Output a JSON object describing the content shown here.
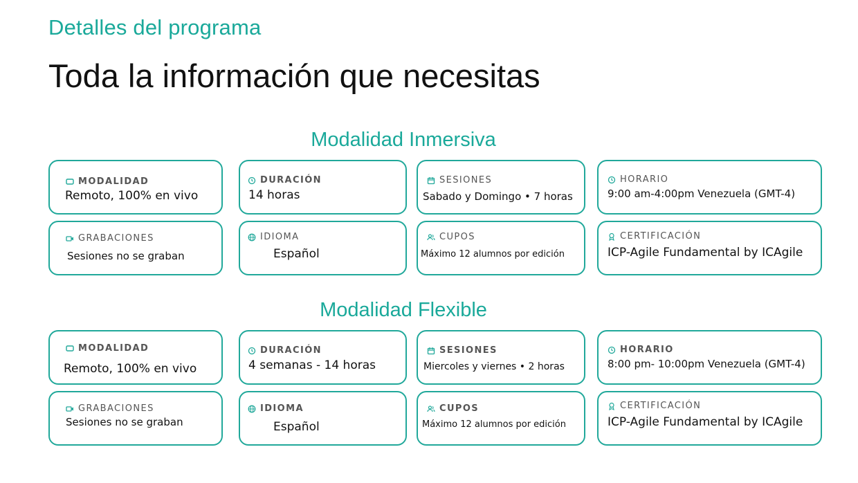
{
  "header": {
    "eyebrow": "Detalles del programa",
    "title": "Toda la información que necesitas"
  },
  "sections": [
    {
      "title": "Modalidad Inmersiva",
      "cards": [
        {
          "label": "MODALIDAD",
          "value": "Remoto, 100% en vivo",
          "icon": "screen-icon"
        },
        {
          "label": "DURACIÓN",
          "value": "14 horas",
          "icon": "clock-icon"
        },
        {
          "label": "SESIONES",
          "value": "Sabado y Domingo • 7 horas",
          "icon": "calendar-icon"
        },
        {
          "label": "HORARIO",
          "value": "9:00 am-4:00pm Venezuela (GMT-4)",
          "icon": "clock-icon"
        },
        {
          "label": "GRABACIONES",
          "value": "Sesiones no se graban",
          "icon": "video-icon"
        },
        {
          "label": "IDIOMA",
          "value": "Español",
          "icon": "globe-icon"
        },
        {
          "label": "CUPOS",
          "value": "Máximo 12 alumnos por edición",
          "icon": "users-icon"
        },
        {
          "label": "CERTIFICACIÓN",
          "value": "ICP-Agile Fundamental by ICAgile",
          "icon": "award-icon"
        }
      ]
    },
    {
      "title": "Modalidad Flexible",
      "cards": [
        {
          "label": "MODALIDAD",
          "value": "Remoto, 100% en vivo",
          "icon": "screen-icon"
        },
        {
          "label": "DURACIÓN",
          "value": "4 semanas -  14 horas",
          "icon": "clock-icon"
        },
        {
          "label": "SESIONES",
          "value": "Miercoles y viernes  • 2 horas",
          "icon": "calendar-icon"
        },
        {
          "label": "HORARIO",
          "value": "8:00 pm- 10:00pm Venezuela (GMT-4)",
          "icon": "clock-icon"
        },
        {
          "label": "GRABACIONES",
          "value": "Sesiones no se graban",
          "icon": "video-icon"
        },
        {
          "label": "IDIOMA",
          "value": "Español",
          "icon": "globe-icon"
        },
        {
          "label": "CUPOS",
          "value": "Máximo 12 alumnos por edición",
          "icon": "users-icon"
        },
        {
          "label": "CERTIFICACIÓN",
          "value": "ICP-Agile Fundamental by ICAgile",
          "icon": "award-icon"
        }
      ]
    }
  ],
  "colors": {
    "accent": "#1aa99a",
    "border": "#20a89a",
    "text": "#111111",
    "label": "#555555"
  }
}
